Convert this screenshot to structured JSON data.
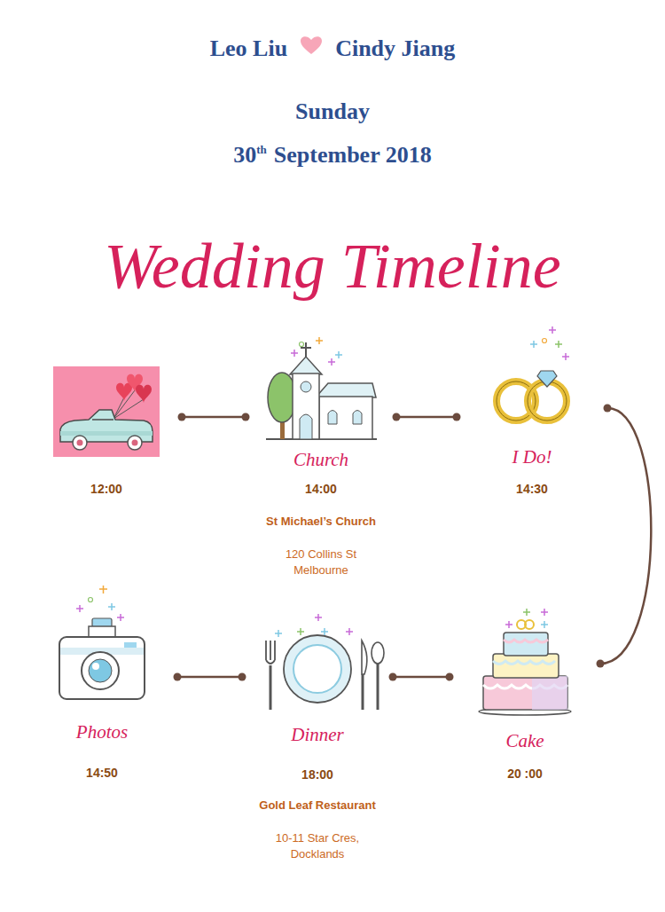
{
  "diagram": {
    "title": "Wedding Timeline",
    "nodes": [
      {
        "text": [
          "12:00"
        ]
      },
      {
        "text": [
          "Church",
          "14:00",
          "St Michael’s Church",
          "120 Collins St Melbourne"
        ]
      },
      {
        "text": [
          "I Do!",
          "14:30"
        ]
      },
      {
        "text": [
          "Photos",
          "14:50"
        ]
      },
      {
        "text": [
          "Dinner",
          "18:00",
          "Gold Leaf Restaurant",
          "10-11 Star Cres, Docklands"
        ]
      },
      {
        "text": [
          "Cake",
          "20 :00"
        ]
      }
    ],
    "edges": [
      {
        "from": 0,
        "to": 1,
        "arrow": "none"
      },
      {
        "from": 1,
        "to": 2,
        "arrow": "none"
      },
      {
        "from": 2,
        "to": 5,
        "arrow": "none"
      },
      {
        "from": 5,
        "to": 4,
        "arrow": "none"
      },
      {
        "from": 4,
        "to": 3,
        "arrow": "none"
      }
    ],
    "labels": [
      "Leo Liu",
      "Cindy Jiang",
      "Sunday",
      "30",
      "th",
      "September 2018"
    ]
  }
}
